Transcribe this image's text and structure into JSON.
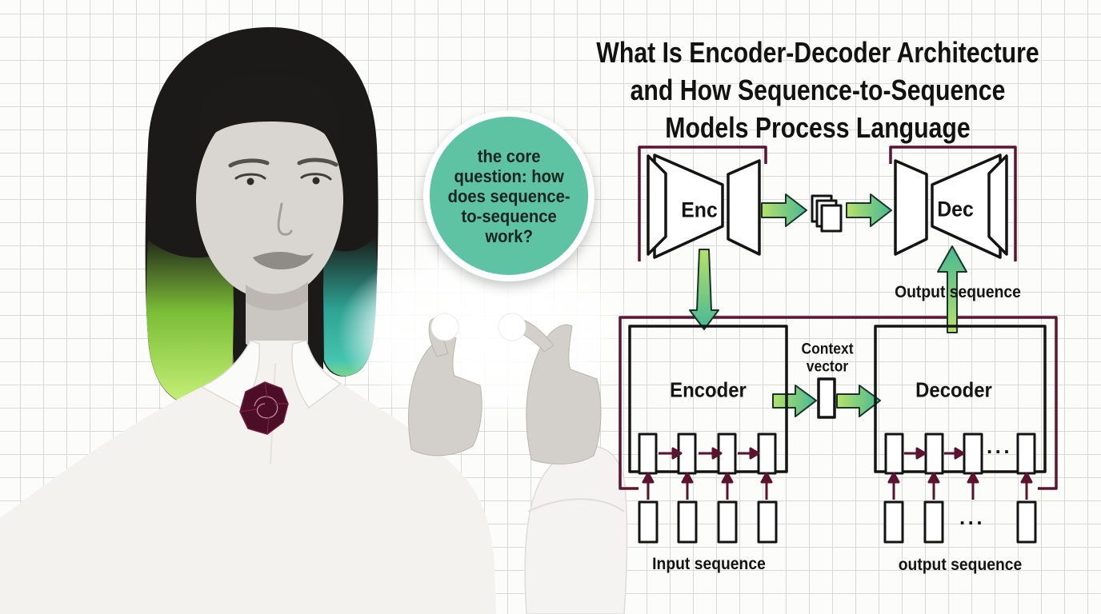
{
  "title": {
    "lines": [
      "What Is Encoder-Decoder Architecture",
      "and How Sequence-to-Sequence",
      "Models Process Language"
    ]
  },
  "sticker": {
    "text": "the core\nquestion: how\ndoes sequence-\nto-sequence\nwork?"
  },
  "pipeline": {
    "enc_label": "Enc",
    "dec_label": "Dec",
    "output_sequence_label": "Output sequence"
  },
  "seq2seq": {
    "encoder_label": "Encoder",
    "decoder_label": "Decoder",
    "context_vector_label": "Context\nvector",
    "input_sequence_label": "Input sequence",
    "output_sequence_label": "output sequence",
    "decoder_ellipsis": "···",
    "output_ellipsis": "···"
  },
  "colors": {
    "arrow_green_start": "#b7e169",
    "arrow_green_end": "#47b894",
    "bracket_maroon": "#5c132f",
    "sticker_teal": "#5ec3a2",
    "diagram_line": "#141414",
    "hair_green": "#86cf3a",
    "hair_teal": "#2fae9e"
  }
}
